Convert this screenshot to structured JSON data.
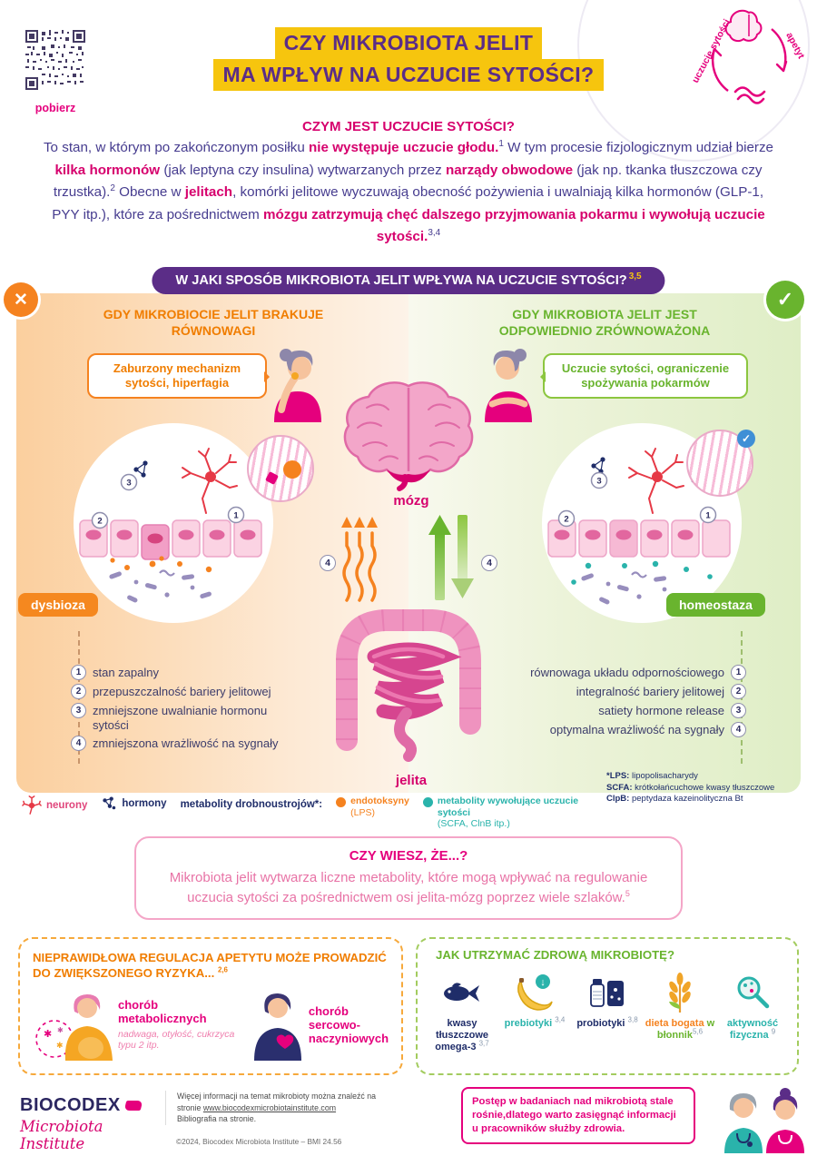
{
  "palette": {
    "purple": "#5b2d87",
    "magenta": "#d6006d",
    "pink": "#e5007d",
    "orange": "#f5821f",
    "orange_dark": "#f07d00",
    "green": "#69b42e",
    "navy": "#1f2d69",
    "teal": "#2ab3ab",
    "yellow": "#f6c50e"
  },
  "header": {
    "download_label": "pobierz",
    "title_line1": "CZY MIKROBIOTA JELIT",
    "title_line2": "MA WPŁYW NA UCZUCIE SYTOŚCI?",
    "cycle_label_right": "apetyt",
    "cycle_label_left": "uczucie sytości"
  },
  "intro": {
    "heading": "CZYM JEST UCZUCIE SYTOŚCI?",
    "segments": [
      {
        "t": "To stan, w którym po zakończonym posiłku "
      },
      {
        "t": "nie występuje uczucie głodu",
        "b": true
      },
      {
        "t": ".",
        "b": true
      },
      {
        "t": "1",
        "sup": true
      },
      {
        "t": " W tym procesie fizjologicznym udział bierze "
      },
      {
        "t": "kilka hormonów",
        "b": true
      },
      {
        "t": " (jak leptyna czy insulina) wytwarzanych przez "
      },
      {
        "t": "narządy obwodowe",
        "b": true
      },
      {
        "t": " (jak np. tkanka tłuszczowa czy trzustka)."
      },
      {
        "t": "2",
        "sup": true
      },
      {
        "t": " Obecne w "
      },
      {
        "t": "jelitach",
        "b": true
      },
      {
        "t": ", komórki jelitowe wyczuwają obecność pożywienia i uwalniają kilka hormonów (GLP-1, PYY itp.), które za pośrednictwem "
      },
      {
        "t": "mózgu zatrzymują chęć dalszego przyjmowania pokarmu i wywołują uczucie sytości",
        "b": true
      },
      {
        "t": ".",
        "b": true
      },
      {
        "t": "3,4",
        "sup": true
      }
    ]
  },
  "banner": {
    "text": "W JAKI SPOSÓB MIKROBIOTA JELIT WPŁYWA NA UCZUCIE SYTOŚCI?",
    "ref": "3,5"
  },
  "left_panel": {
    "heading": "GDY MIKROBIOCIE JELIT BRAKUJE RÓWNOWAGI",
    "bubble": "Zaburzony mechanizm sytości, hiperfagia",
    "badge": "dysbioza",
    "items": [
      {
        "num": "1",
        "text": "stan zapalny"
      },
      {
        "num": "2",
        "text": "przepuszczalność bariery jelitowej"
      },
      {
        "num": "3",
        "text": "zmniejszone uwalnianie hormonu sytości"
      },
      {
        "num": "4",
        "text": "zmniejszona wrażliwość na sygnały"
      }
    ]
  },
  "right_panel": {
    "heading": "GDY MIKROBIOTA JELIT JEST ODPOWIEDNIO ZRÓWNOWAŻONA",
    "bubble": "Uczucie sytości, ograniczenie spożywania pokarmów",
    "badge": "homeostaza",
    "items": [
      {
        "num": "1",
        "text": "równowaga układu odpornościowego"
      },
      {
        "num": "2",
        "text": "integralność bariery jelitowej"
      },
      {
        "num": "3",
        "text": "satiety hormone release"
      },
      {
        "num": "4",
        "text": "optymalna wrażliwość na sygnały"
      }
    ]
  },
  "center": {
    "brain_label": "mózg",
    "gut_label": "jelita"
  },
  "legend": {
    "neurons": "neurony",
    "hormones": "hormony",
    "metabolites_label": "metabolity drobnoustrojów*:",
    "endotoxins": "endotoksyny",
    "endotoxins_sub": "(LPS)",
    "satiety": "metabolity wywołujące uczucie sytości",
    "satiety_sub": "(SCFA, ClnB itp.)"
  },
  "footnotes": [
    {
      "k": "*LPS:",
      "v": "lipopolisacharydy"
    },
    {
      "k": "SCFA:",
      "v": "krótkołańcuchowe kwasy tłuszczowe"
    },
    {
      "k": "ClpB:",
      "v": "peptydaza kazeinolityczna Bt"
    }
  ],
  "didyouknow": {
    "heading": "CZY WIESZ, ŻE...?",
    "body": "Mikrobiota jelit wytwarza liczne metabolity, które mogą wpływać na regulowanie uczucia sytości za pośrednictwem osi jelita-mózg poprzez wiele szlaków.",
    "ref": "5"
  },
  "risk_box": {
    "heading": "NIEPRAWIDŁOWA REGULACJA APETYTU MOŻE PROWADZIĆ DO ZWIĘKSZONEGO RYZYKA...",
    "ref": "2,6",
    "items": [
      {
        "label": "chorób metabolicznych",
        "sub": "nadwaga, otyłość, cukrzyca typu 2 itp."
      },
      {
        "label": "chorób sercowo-naczyniowych",
        "sub": ""
      }
    ]
  },
  "healthy_box": {
    "heading": "JAK UTRZYMAĆ ZDROWĄ MIKROBIOTĘ?",
    "items": [
      {
        "label": "kwasy tłuszczowe omega-3",
        "label2": "",
        "ref": "3,7",
        "color": "#1f2d69"
      },
      {
        "label": "prebiotyki",
        "label2": "",
        "ref": "3,4",
        "color": "#2ab3ab"
      },
      {
        "label": "probiotyki",
        "label2": "",
        "ref": "3,8",
        "color": "#1f2d69"
      },
      {
        "label": "dieta bogata",
        "label2": "w błonnik",
        "ref": "5,6",
        "color": "#f5821f",
        "color2": "#69b42e"
      },
      {
        "label": "aktywność fizyczna",
        "label2": "",
        "ref": "9",
        "color": "#2ab3ab"
      }
    ]
  },
  "footer": {
    "logo_line1": "BIOCODEX",
    "logo_line2": "Microbiota Institute",
    "info_text": "Więcej informacji na temat mikrobioty można znaleźć na stronie",
    "info_link": "www.biocodexmicrobiotainstitute.com",
    "info_line2": "Bibliografia na stronie.",
    "copyright": "©2024, Biocodex Microbiota Institute  –  BMI 24.56",
    "notice": "Postęp w badaniach nad mikrobiotą stale rośnie,dlatego warto zasięgnąć informacji u pracowników służby zdrowia."
  }
}
